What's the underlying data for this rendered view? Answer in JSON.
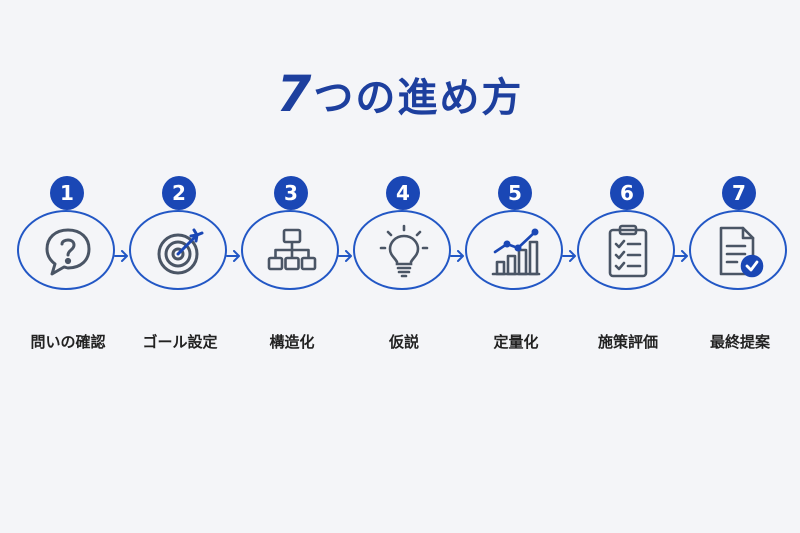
{
  "title": {
    "number": "7",
    "text": "つの進め方"
  },
  "steps": [
    {
      "number": "1",
      "label": "問いの確認",
      "icon": "question-bubble-icon"
    },
    {
      "number": "2",
      "label": "ゴール設定",
      "icon": "target-icon"
    },
    {
      "number": "3",
      "label": "構造化",
      "icon": "hierarchy-icon"
    },
    {
      "number": "4",
      "label": "仮説",
      "icon": "lightbulb-icon"
    },
    {
      "number": "5",
      "label": "定量化",
      "icon": "bar-chart-icon"
    },
    {
      "number": "6",
      "label": "施策評価",
      "icon": "clipboard-checklist-icon"
    },
    {
      "number": "7",
      "label": "最終提案",
      "icon": "document-check-icon"
    }
  ],
  "colors": {
    "accent": "#1a47b5",
    "stroke": "#2257c5",
    "icon": "#4a5565",
    "background": "#f4f5f8"
  }
}
